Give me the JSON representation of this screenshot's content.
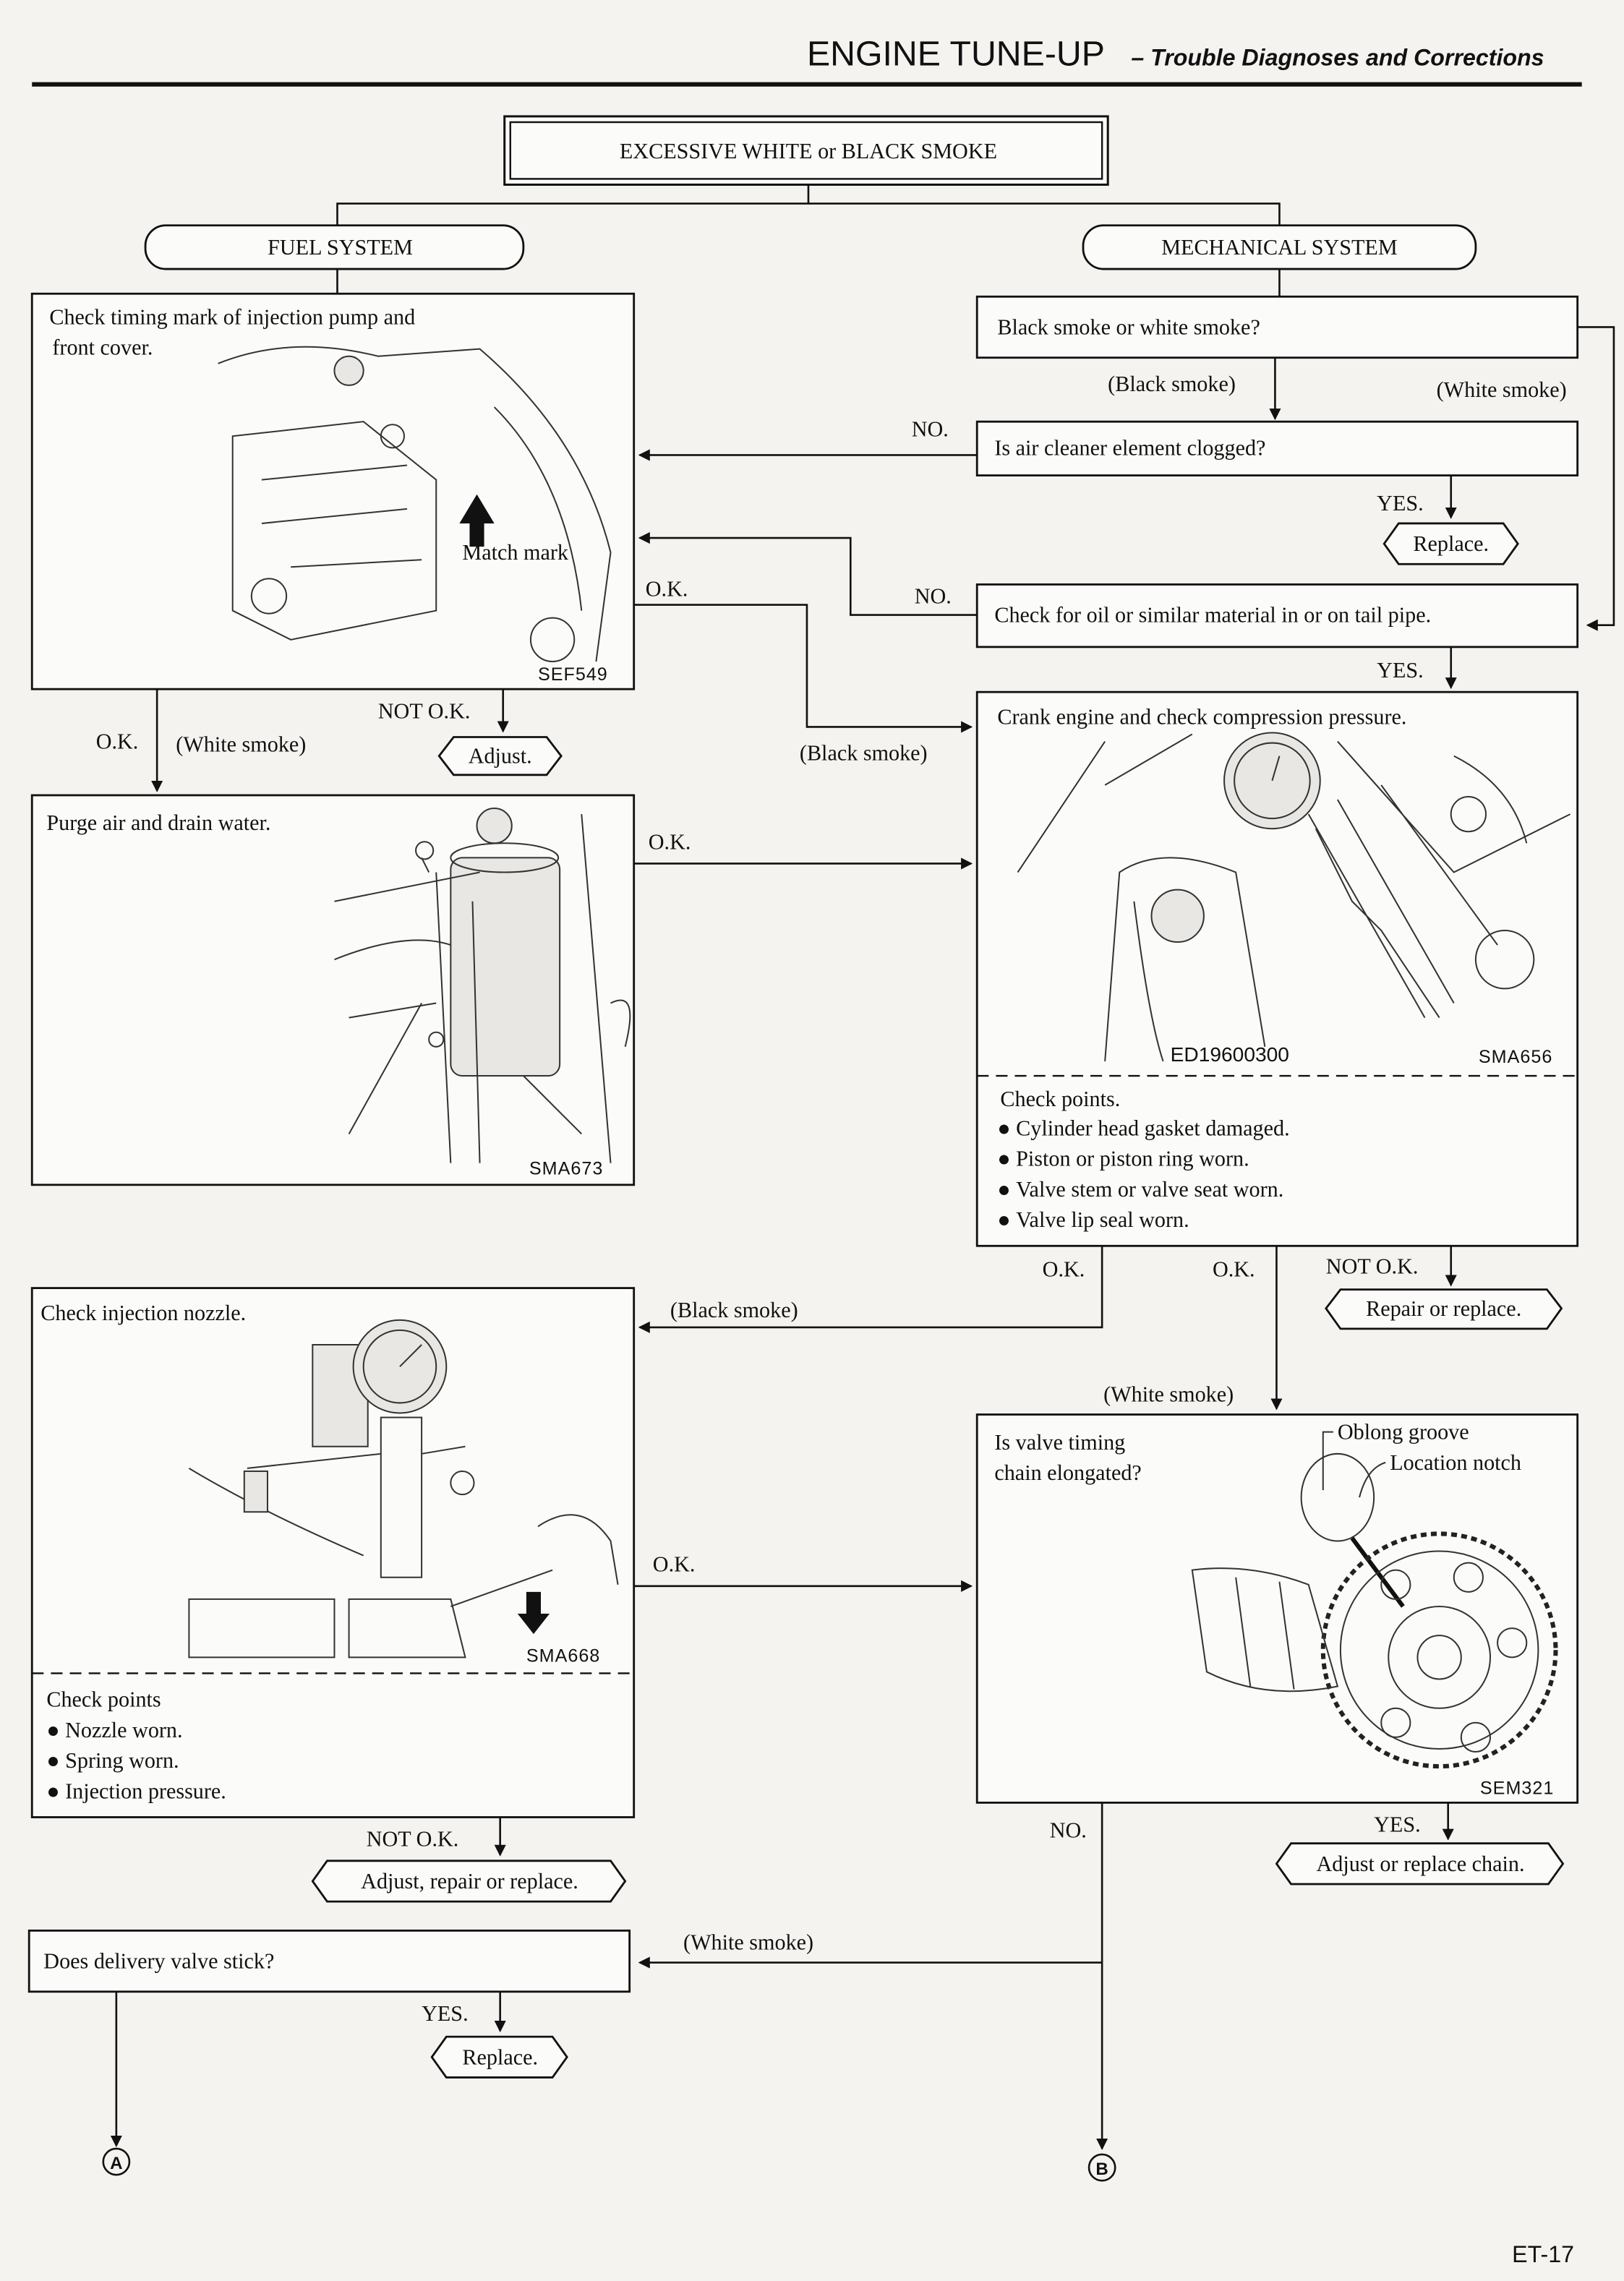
{
  "header": {
    "title": "ENGINE TUNE-UP",
    "subtitle": "– Trouble Diagnoses and Corrections"
  },
  "top": {
    "title": "EXCESSIVE WHITE or BLACK SMOKE"
  },
  "branches": {
    "fuel": "FUEL SYSTEM",
    "mechanical": "MECHANICAL SYSTEM"
  },
  "fuel": {
    "timing": {
      "line1": "Check timing mark of injection pump and",
      "line2": "front cover.",
      "callout": "Match mark",
      "code": "SEF549"
    },
    "purge": {
      "text": "Purge air and drain water.",
      "code": "SMA673"
    },
    "nozzle": {
      "text": "Check injection nozzle.",
      "code": "SMA668",
      "points_title": "Check points",
      "points": [
        "Nozzle worn.",
        "Spring worn.",
        "Injection pressure."
      ]
    },
    "delivery": {
      "text": "Does delivery valve stick?"
    }
  },
  "mech": {
    "smoke_q": "Black smoke or white smoke?",
    "air_q": "Is air cleaner element clogged?",
    "oil_q": "Check for oil or similar material in or on tail pipe.",
    "compression": {
      "text": "Crank engine and check compression pressure.",
      "tool_code": "ED19600300",
      "code": "SMA656",
      "points_title": "Check points.",
      "points": [
        "Cylinder head gasket damaged.",
        "Piston or piston ring worn.",
        "Valve stem or valve seat worn.",
        "Valve lip seal worn."
      ]
    },
    "chain": {
      "line1": "Is valve timing",
      "line2": "chain elongated?",
      "callout1": "Oblong groove",
      "callout2": "Location notch",
      "code": "SEM321"
    }
  },
  "actions": {
    "replace1": "Replace.",
    "adjust": "Adjust.",
    "repair_replace": "Repair or replace.",
    "adjust_repair_replace": "Adjust, repair or replace.",
    "adjust_chain": "Adjust or replace chain.",
    "replace2": "Replace."
  },
  "labels": {
    "black_smoke": "(Black smoke)",
    "white_smoke": "(White smoke)",
    "no": "NO.",
    "yes": "YES.",
    "ok": "O.K.",
    "not_ok": "NOT O.K."
  },
  "connectors": {
    "a": "A",
    "b": "B"
  },
  "footer": {
    "page": "ET-17"
  }
}
